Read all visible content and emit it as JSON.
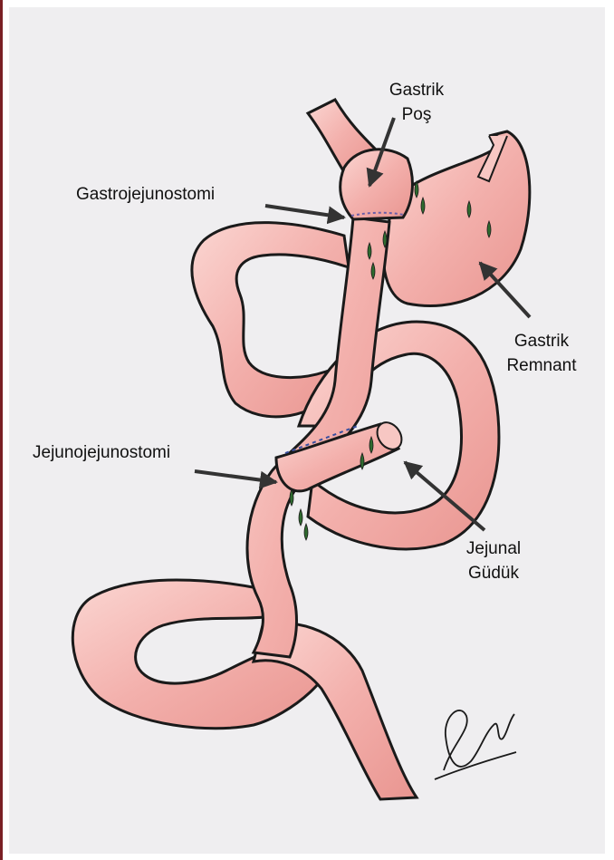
{
  "labels": {
    "gastrik_pos_line1": "Gastrik",
    "gastrik_pos_line2": "Poş",
    "gastrojejunostomi": "Gastrojejunostomi",
    "gastrik_remnant_line1": "Gastrik",
    "gastrik_remnant_line2": "Remnant",
    "jejunojejunostomi": "Jejunojejunostomi",
    "jejunal_guduk_line1": "Jejunal",
    "jejunal_guduk_line2": "Güdük"
  },
  "signature": "Deniz Aktaş",
  "colors": {
    "background": "#efeef0",
    "tissue": "#f3b0ac",
    "tissue_light": "#fbd6d2",
    "outline": "#1a1a1a",
    "drops": "#2f6b2f",
    "border": "#7a1f24"
  }
}
